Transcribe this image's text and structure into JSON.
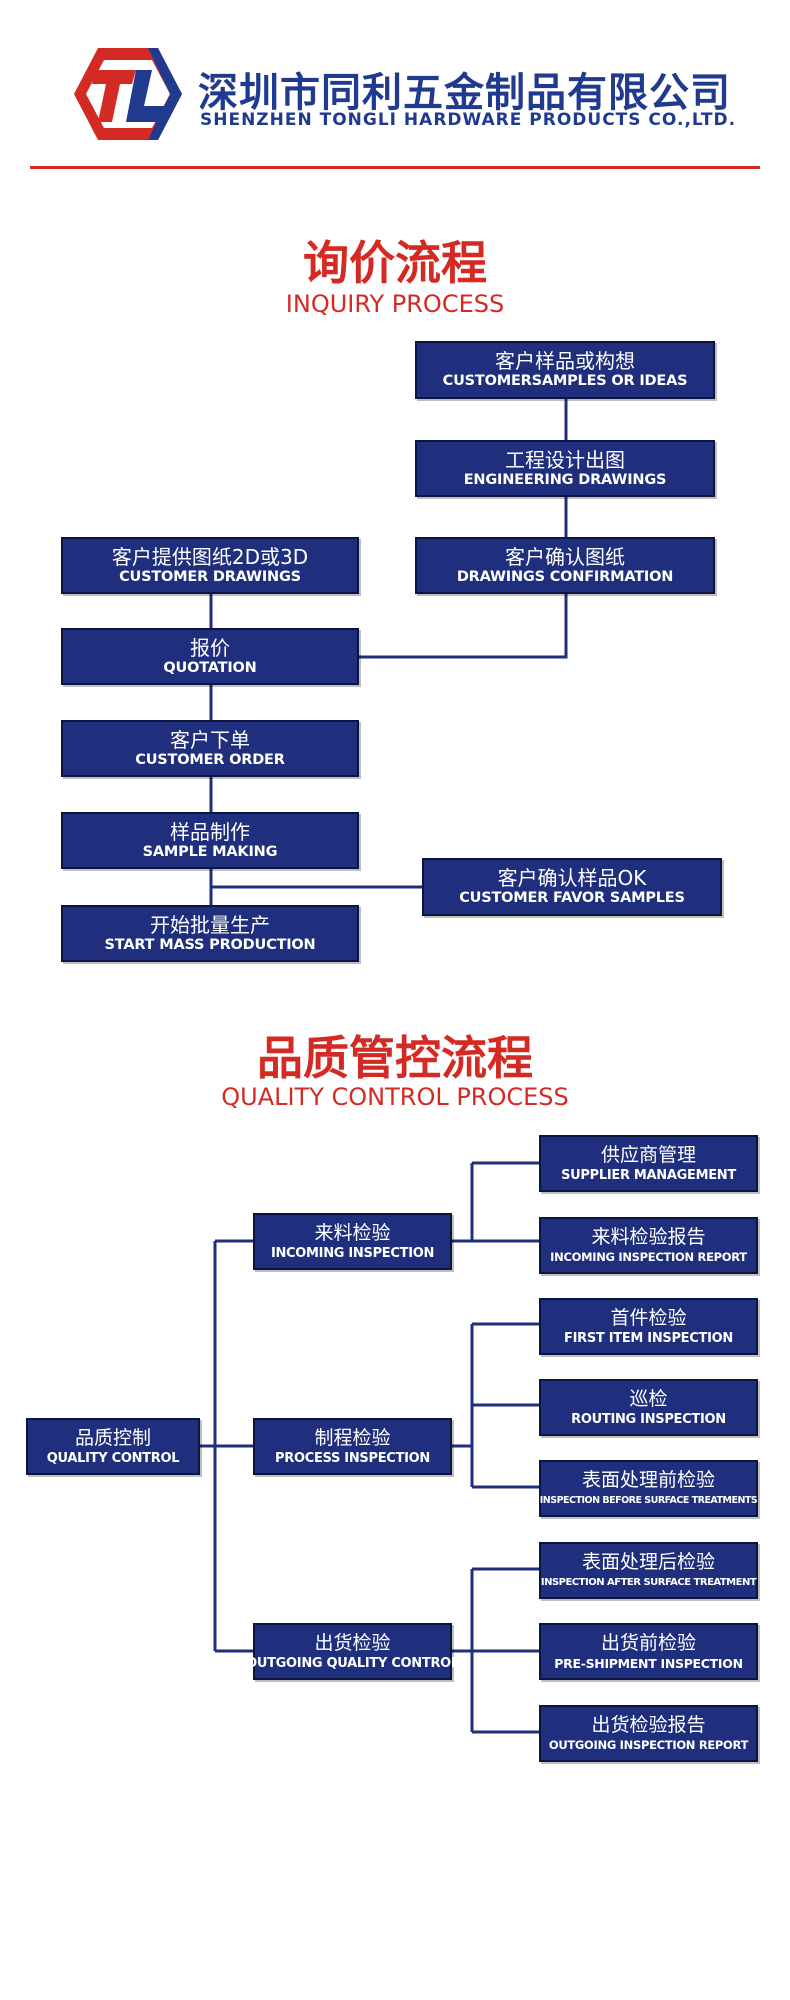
{
  "company": {
    "name_cn": "深圳市同利五金制品有限公司",
    "name_en": "SHENZHEN TONGLI HARDWARE PRODUCTS CO.,LTD.",
    "logo_letters": "TL",
    "colors": {
      "red": "#d32a24",
      "blue": "#1f3a8f"
    }
  },
  "inquiry": {
    "title_cn": "询价流程",
    "title_en": "INQUIRY PROCESS",
    "steps": {
      "customer_samples": {
        "cn": "客户样品或构想",
        "en": "CUSTOMERSAMPLES OR IDEAS"
      },
      "engineering_drawings": {
        "cn": "工程设计出图",
        "en": "ENGINEERING DRAWINGS"
      },
      "drawings_confirmation": {
        "cn": "客户确认图纸",
        "en": "DRAWINGS CONFIRMATION"
      },
      "customer_drawings": {
        "cn": "客户提供图纸2D或3D",
        "en": "CUSTOMER DRAWINGS"
      },
      "quotation": {
        "cn": "报价",
        "en": "QUOTATION"
      },
      "customer_order": {
        "cn": "客户下单",
        "en": "CUSTOMER ORDER"
      },
      "sample_making": {
        "cn": "样品制作",
        "en": "SAMPLE MAKING"
      },
      "favor_samples": {
        "cn": "客户确认样品OK",
        "en": "CUSTOMER FAVOR SAMPLES"
      },
      "mass_production": {
        "cn": "开始批量生产",
        "en": "START MASS PRODUCTION"
      }
    }
  },
  "quality": {
    "title_cn": "品质管控流程",
    "title_en": "QUALITY CONTROL PROCESS",
    "root": {
      "cn": "品质控制",
      "en": "QUALITY CONTROL"
    },
    "stages": {
      "incoming": {
        "cn": "来料检验",
        "en": "INCOMING INSPECTION"
      },
      "process": {
        "cn": "制程检验",
        "en": "PROCESS INSPECTION"
      },
      "outgoing": {
        "cn": "出货检验",
        "en": "OUTGOING QUALITY CONTROL"
      }
    },
    "leaves": {
      "supplier": {
        "cn": "供应商管理",
        "en": "SUPPLIER MANAGEMENT"
      },
      "incoming_report": {
        "cn": "来料检验报告",
        "en": "INCOMING INSPECTION REPORT"
      },
      "first_item": {
        "cn": "首件检验",
        "en": "FIRST ITEM INSPECTION"
      },
      "routing": {
        "cn": "巡检",
        "en": "ROUTING INSPECTION"
      },
      "before_surface": {
        "cn": "表面处理前检验",
        "en": "INSPECTION BEFORE SURFACE TREATMENTS"
      },
      "after_surface": {
        "cn": "表面处理后检验",
        "en": "INSPECTION AFTER SURFACE TREATMENT"
      },
      "pre_shipment": {
        "cn": "出货前检验",
        "en": "PRE-SHIPMENT INSPECTION"
      },
      "outgoing_report": {
        "cn": "出货检验报告",
        "en": "OUTGOING INSPECTION REPORT"
      }
    }
  }
}
